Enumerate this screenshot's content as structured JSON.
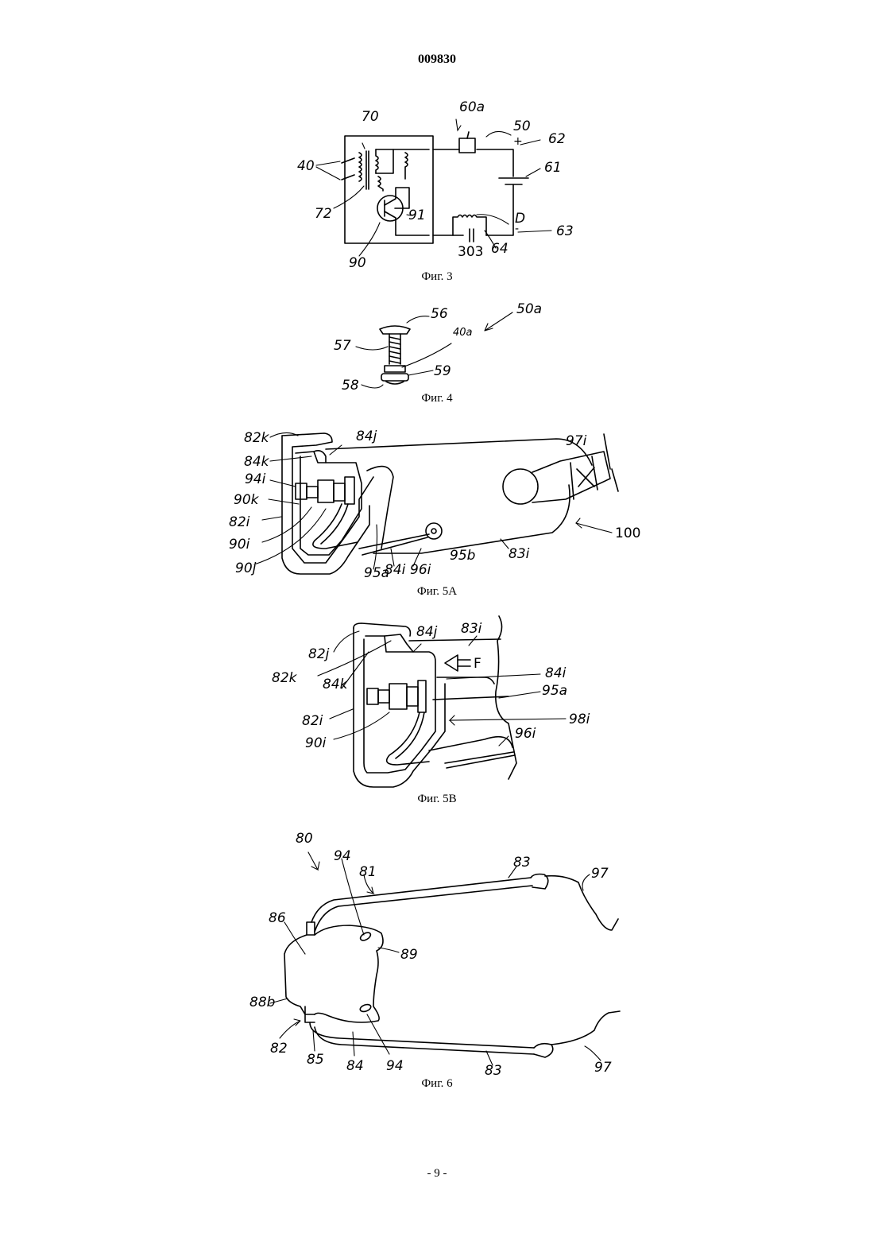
{
  "document": {
    "number": "009830",
    "page_footer": "- 9 -"
  },
  "figures": [
    {
      "caption": "Фиг. 3",
      "labels": [
        "70",
        "40",
        "72",
        "90",
        "91",
        "60a",
        "50",
        "62",
        "61",
        "D",
        "63",
        "64",
        "303",
        "+",
        "-"
      ]
    },
    {
      "caption": "Фиг. 4",
      "labels": [
        "56",
        "50a",
        "57",
        "40a",
        "59",
        "58"
      ]
    },
    {
      "caption": "Фиг. 5A",
      "labels": [
        "82k",
        "84j",
        "84k",
        "94i",
        "90k",
        "82i",
        "90i",
        "90j",
        "95a",
        "84i",
        "96i",
        "95b",
        "83i",
        "97i",
        "100"
      ]
    },
    {
      "caption": "Фиг. 5B",
      "labels": [
        "82j",
        "84j",
        "83i",
        "F",
        "82k",
        "84k",
        "84i",
        "95a",
        "82i",
        "90i",
        "98i",
        "96i"
      ]
    },
    {
      "caption": "Фиг. 6",
      "labels": [
        "80",
        "94",
        "81",
        "83",
        "97",
        "86",
        "89",
        "88b",
        "82",
        "85",
        "84",
        "94",
        "83",
        "97"
      ]
    }
  ]
}
